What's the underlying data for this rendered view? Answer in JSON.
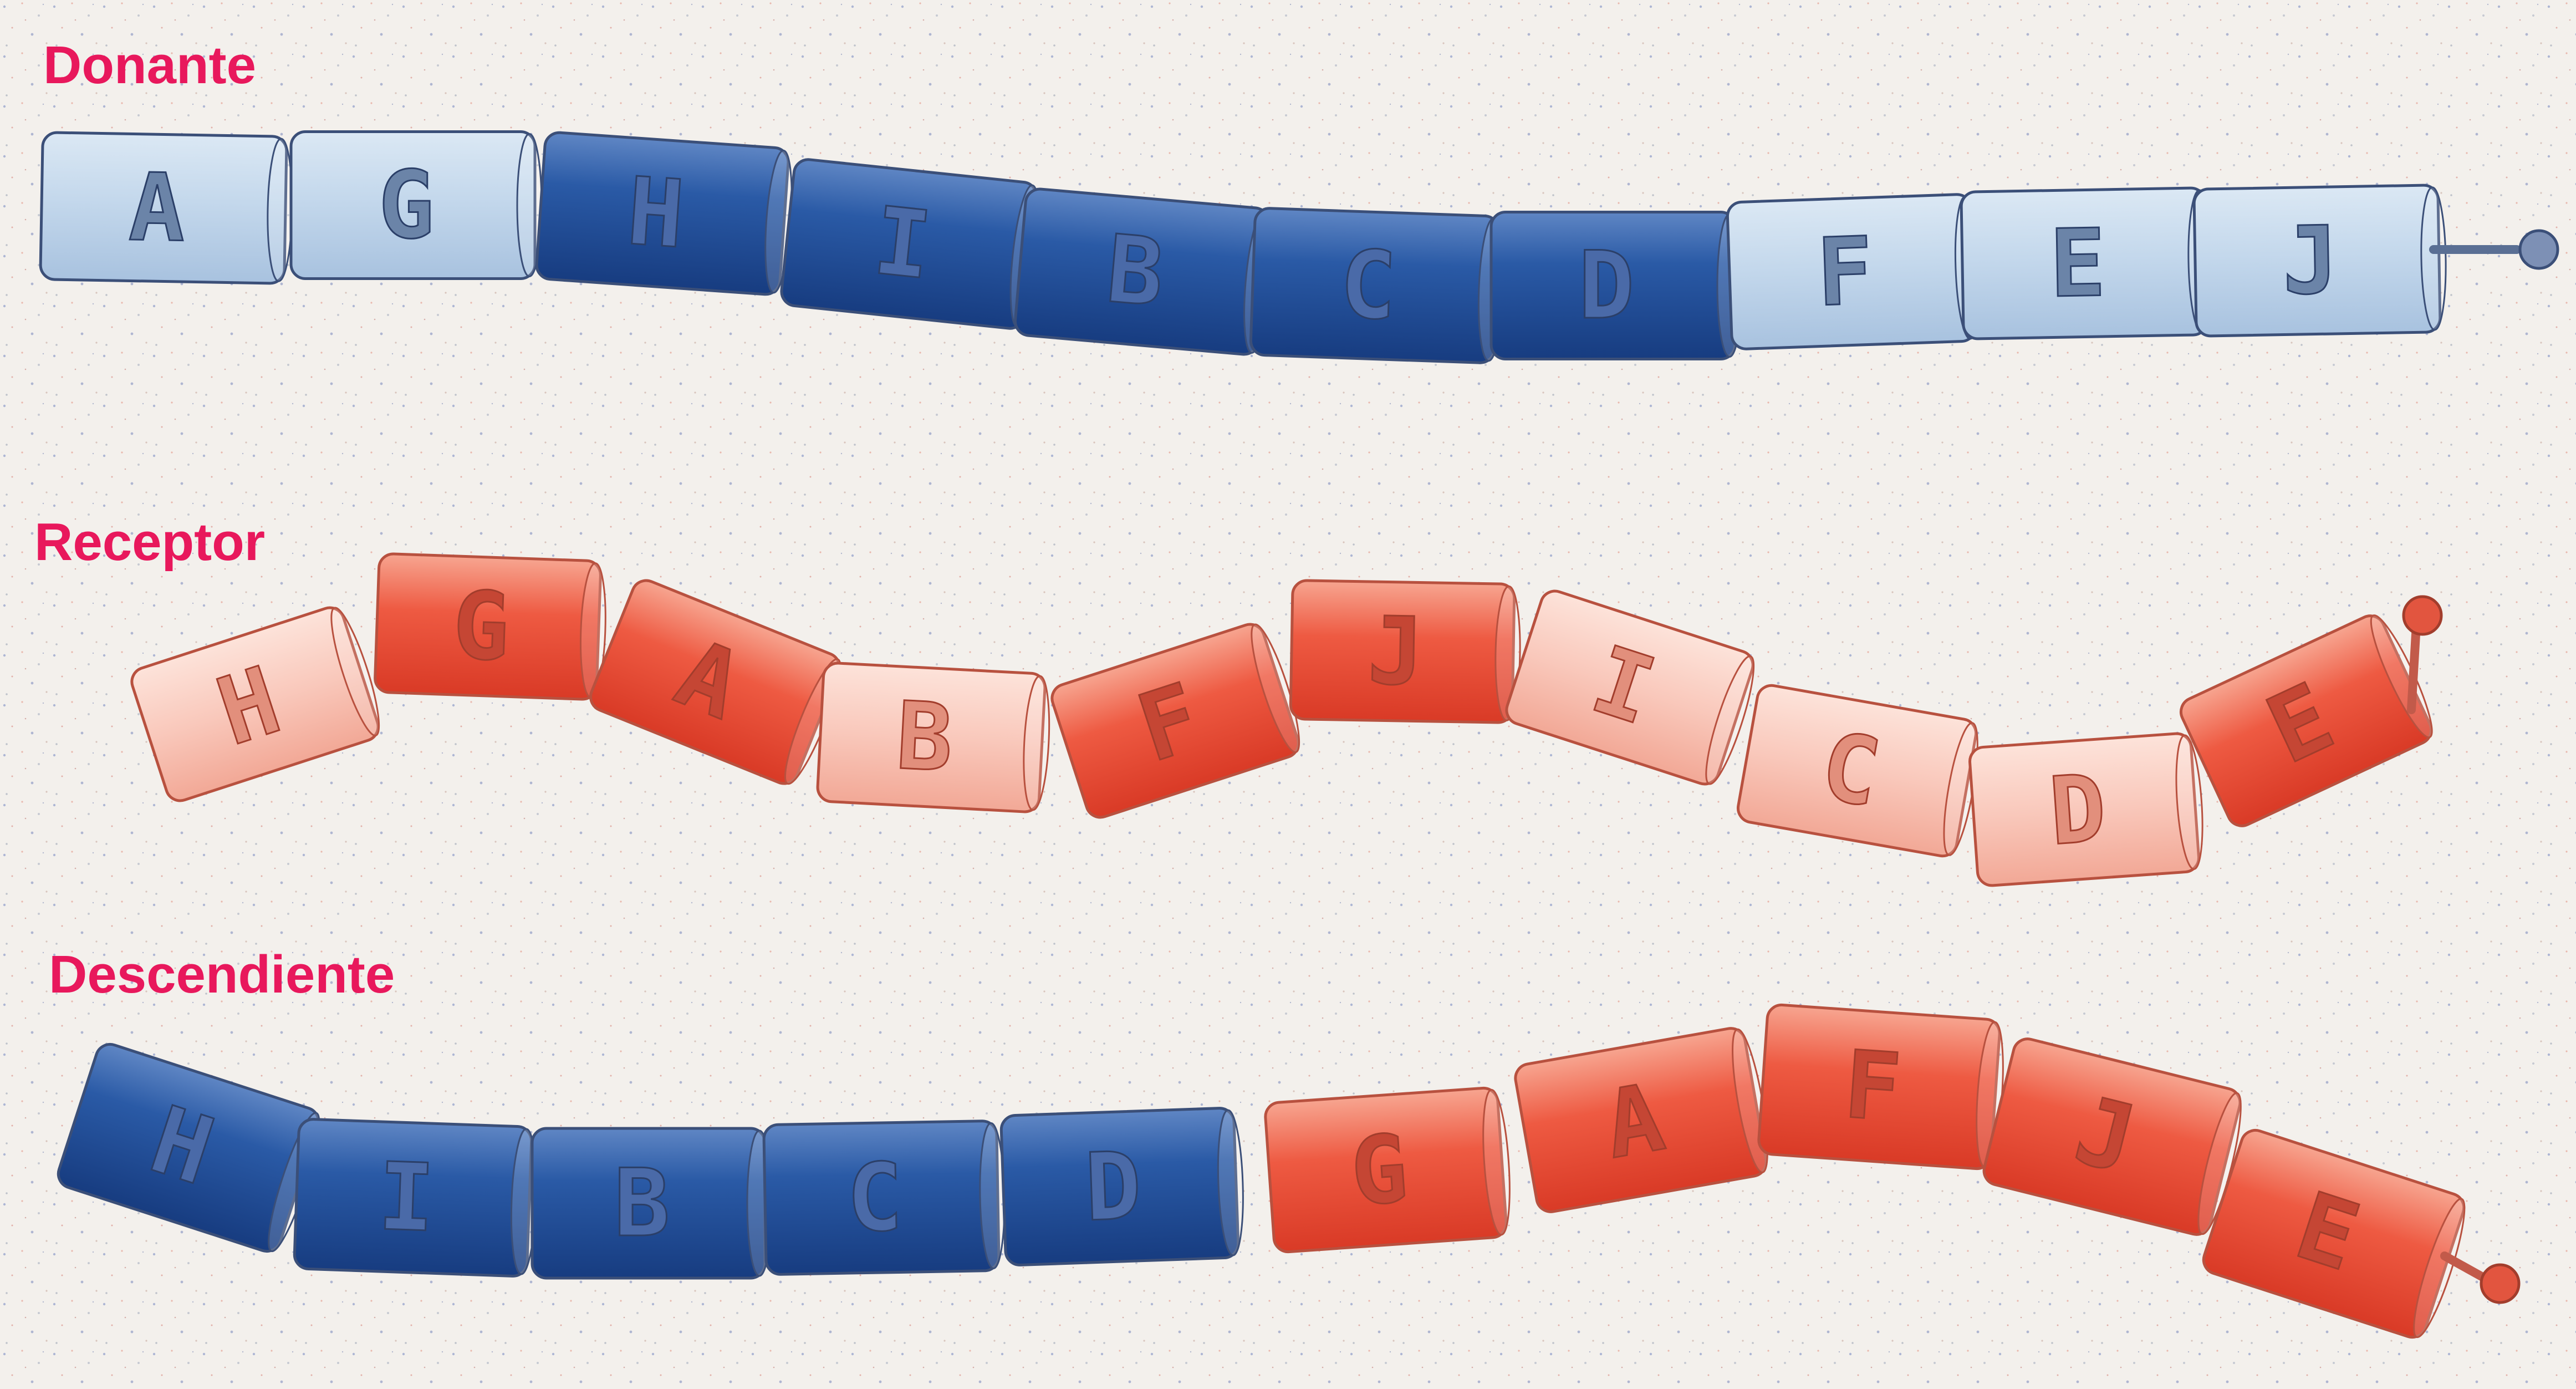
{
  "colors": {
    "background": "#f3f0ec",
    "label": "#e8185c",
    "blue_dark": "#1f4f9c",
    "blue_light": "#c9dcee",
    "red_dark": "#ec4a36",
    "red_light": "#f9c8bb"
  },
  "chains": [
    {
      "id": "donante",
      "label": "Donante",
      "segments": [
        {
          "letter": "A",
          "tone": "blue_light"
        },
        {
          "letter": "G",
          "tone": "blue_light"
        },
        {
          "letter": "H",
          "tone": "blue_dark"
        },
        {
          "letter": "I",
          "tone": "blue_dark"
        },
        {
          "letter": "B",
          "tone": "blue_dark"
        },
        {
          "letter": "C",
          "tone": "blue_dark"
        },
        {
          "letter": "D",
          "tone": "blue_dark"
        },
        {
          "letter": "F",
          "tone": "blue_light"
        },
        {
          "letter": "E",
          "tone": "blue_light"
        },
        {
          "letter": "J",
          "tone": "blue_light"
        }
      ]
    },
    {
      "id": "receptor",
      "label": "Receptor",
      "segments": [
        {
          "letter": "H",
          "tone": "red_light"
        },
        {
          "letter": "G",
          "tone": "red_dark"
        },
        {
          "letter": "A",
          "tone": "red_dark"
        },
        {
          "letter": "B",
          "tone": "red_light"
        },
        {
          "letter": "F",
          "tone": "red_dark"
        },
        {
          "letter": "J",
          "tone": "red_dark"
        },
        {
          "letter": "I",
          "tone": "red_light"
        },
        {
          "letter": "C",
          "tone": "red_light"
        },
        {
          "letter": "D",
          "tone": "red_light"
        },
        {
          "letter": "E",
          "tone": "red_dark"
        }
      ]
    },
    {
      "id": "descendiente",
      "label": "Descendiente",
      "segments": [
        {
          "letter": "H",
          "tone": "blue_dark"
        },
        {
          "letter": "I",
          "tone": "blue_dark"
        },
        {
          "letter": "B",
          "tone": "blue_dark"
        },
        {
          "letter": "C",
          "tone": "blue_dark"
        },
        {
          "letter": "D",
          "tone": "blue_dark"
        },
        {
          "letter": "G",
          "tone": "red_dark"
        },
        {
          "letter": "A",
          "tone": "red_dark"
        },
        {
          "letter": "F",
          "tone": "red_dark"
        },
        {
          "letter": "J",
          "tone": "red_dark"
        },
        {
          "letter": "E",
          "tone": "red_dark"
        }
      ]
    }
  ]
}
